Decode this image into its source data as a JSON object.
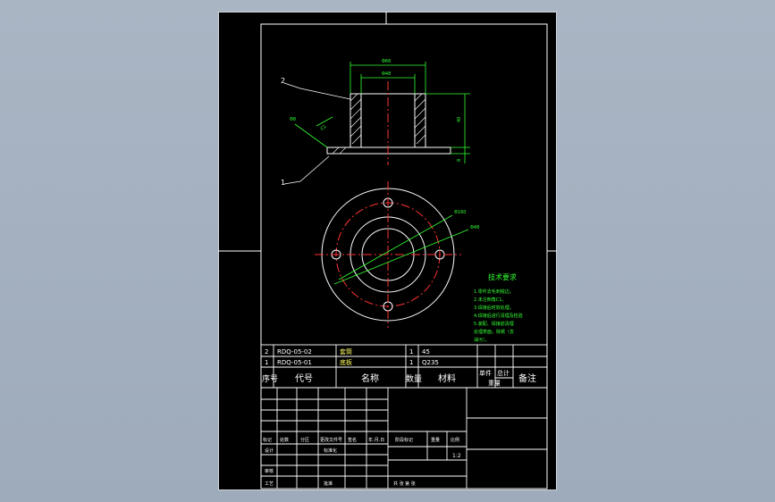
{
  "drawing": {
    "balloons": [
      "2",
      "1"
    ],
    "dims": {
      "top_outer": "Φ66",
      "top_inner": "Φ48",
      "height": "40",
      "base": "8",
      "chamfer": "C1",
      "weld": "Φ8",
      "pcd": "Φ160",
      "hole": "Φ48"
    }
  },
  "tech": {
    "title": "技术要求",
    "lines": [
      "1.零件去毛刺锐边。",
      "2.未注倒角C1。",
      "3.焊接后时效处理。",
      "4.焊接后进行清理及检验",
      "5.装配、焊接前清理",
      "处理表面，除锈（去",
      "油污）。"
    ]
  },
  "parts": {
    "rows": [
      {
        "no": "2",
        "code": "RDQ-05-02",
        "name": "套筒",
        "qty": "1",
        "mat": "45"
      },
      {
        "no": "1",
        "code": "RDQ-05-01",
        "name": "底板",
        "qty": "1",
        "mat": "Q235"
      }
    ],
    "header": {
      "no": "序号",
      "code": "代号",
      "name": "名称",
      "qty": "数量",
      "mat": "材料",
      "single": "单件",
      "total": "总计",
      "weight": "重量",
      "remark": "备注"
    }
  },
  "title_block": {
    "mark": "标记",
    "count": "处数",
    "zone": "分区",
    "change": "更改文件号",
    "sign": "签名",
    "date": "年.月.日",
    "design": "设计",
    "std": "标准化",
    "stage": "阶段标记",
    "weight": "重量",
    "scale": "比例",
    "scale_val": "1:2",
    "review": "审核",
    "process": "工艺",
    "approve": "批准",
    "sheets": "共    张    第    张"
  }
}
